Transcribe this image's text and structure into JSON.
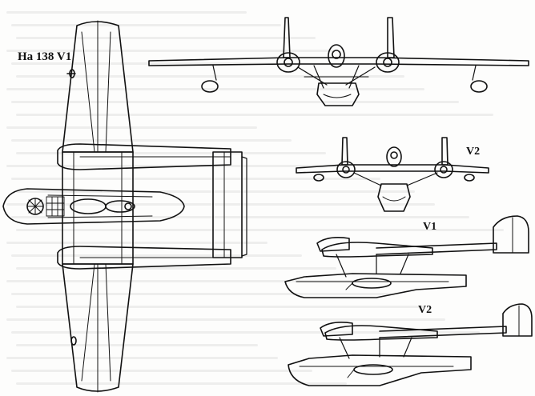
{
  "drawing": {
    "title": "Ha 138 V1",
    "front_view_label": "V2",
    "side_view_1_label": "V1",
    "side_view_2_label": "V2"
  },
  "colors": {
    "ink": "#111111",
    "paper": "#fdfdfc",
    "ghost_text": "#777777"
  }
}
